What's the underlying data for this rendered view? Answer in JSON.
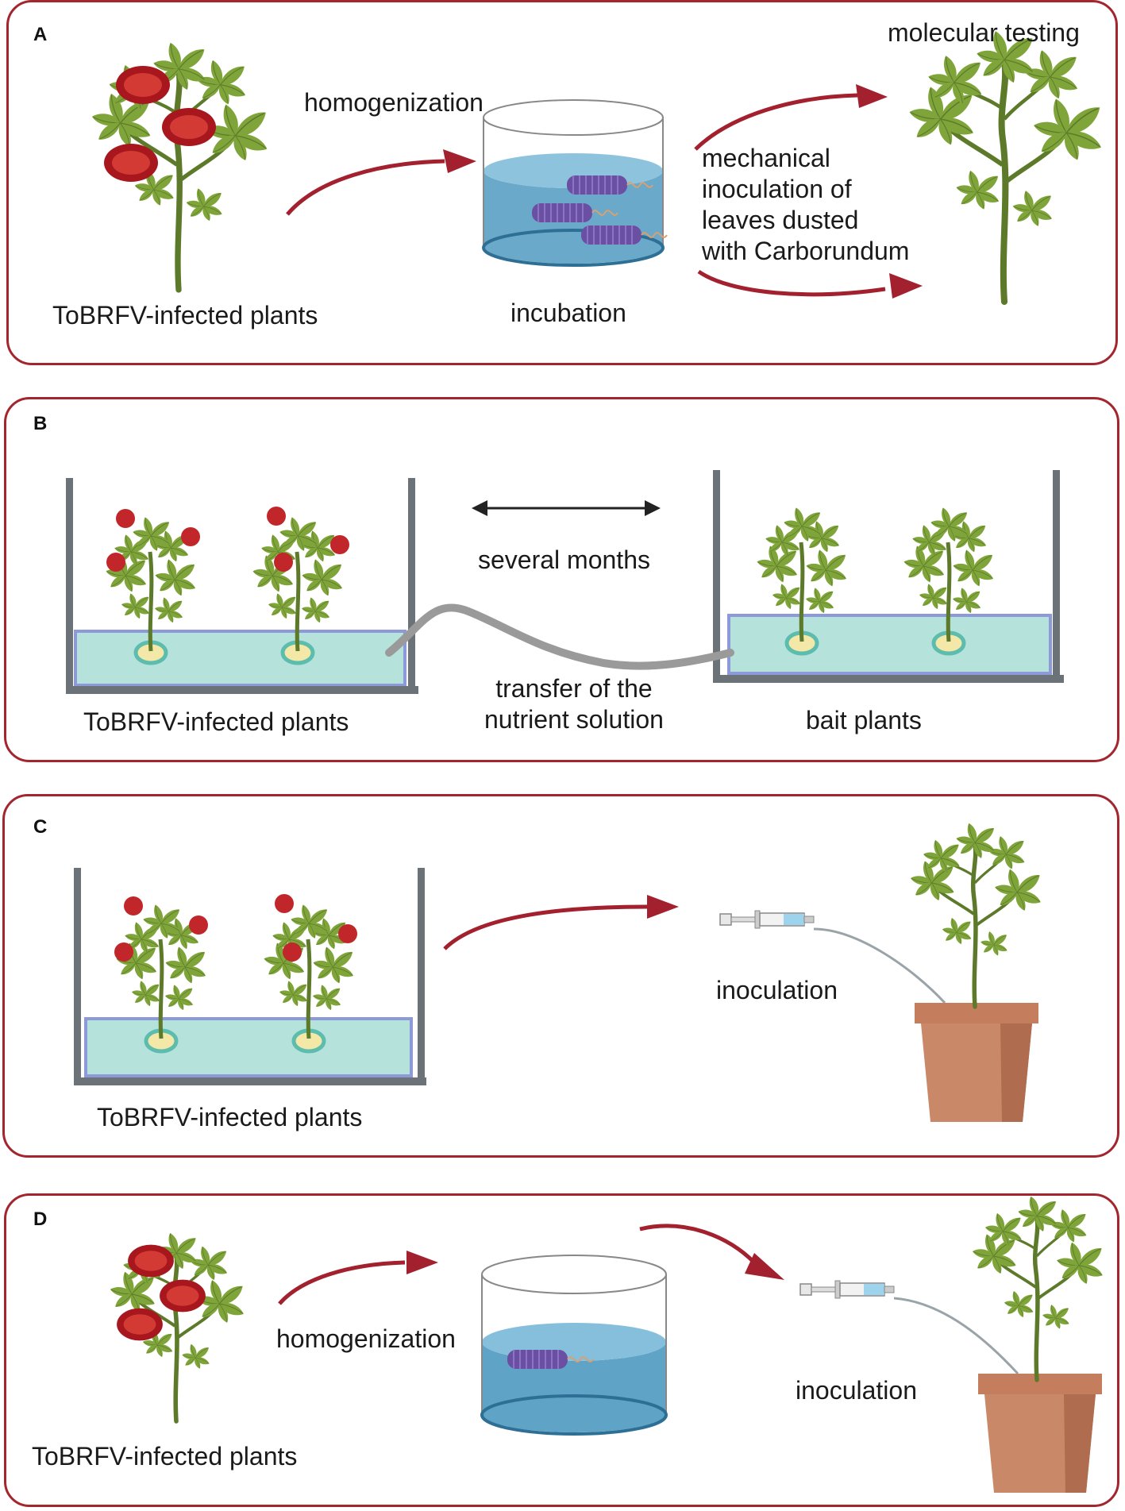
{
  "panels": {
    "a": {
      "letter": "A",
      "infected": "ToBRFV-infected plants",
      "homogenization": "homogenization",
      "incubation": "incubation",
      "molecular": "molecular testing",
      "mechanical": [
        "mechanical",
        "inoculation of",
        "leaves dusted",
        "with Carborundum"
      ]
    },
    "b": {
      "letter": "B",
      "several": "several months",
      "infected": "ToBRFV-infected plants",
      "transfer": [
        "transfer of the",
        "nutrient solution"
      ],
      "bait": "bait plants"
    },
    "c": {
      "letter": "C",
      "inoculation": "inoculation",
      "infected": "ToBRFV-infected plants"
    },
    "d": {
      "letter": "D",
      "homogenization": "homogenization",
      "inoculation": "inoculation",
      "infected": "ToBRFV-infected plants"
    }
  },
  "colors": {
    "border": "#a3262f",
    "arrow": "#a3202e",
    "leaf": "#7fa53a",
    "leaf_light": "#a9c862",
    "stem": "#5d7a2a",
    "tomato": "#c0262a",
    "tomato_light": "#e0443c",
    "water_tank": "#b5e2db",
    "water_beaker": "#5fa3c6",
    "pot": "#c98868",
    "virus": "#6a4fa3"
  },
  "icons": [
    "tomato-plant-icon",
    "beaker-icon",
    "virus-icon",
    "syringe-icon",
    "flower-pot-icon",
    "hydroponic-tank-icon"
  ]
}
